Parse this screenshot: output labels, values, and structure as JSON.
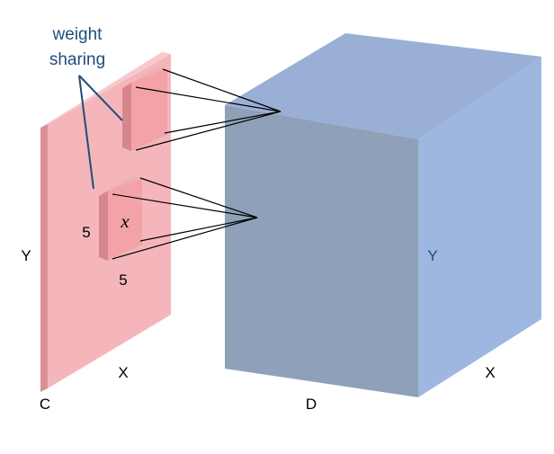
{
  "diagram": {
    "annotation": {
      "line1": "weight",
      "line2": "sharing"
    },
    "input_volume": {
      "height_label": "Y",
      "width_label": "X",
      "depth_label": "C",
      "color": "#f4b6ba"
    },
    "filter": {
      "height_label": "5",
      "width_label": "5",
      "symbol": "x",
      "color": "#f3a3a8"
    },
    "output_volume": {
      "height_label": "Y",
      "width_label": "X",
      "depth_label": "D",
      "front_color": "#8ea1b8",
      "top_color": "#9aafd5",
      "side_color": "#9db7e0"
    },
    "colors": {
      "annotation": "#1f4e79",
      "connection_lines": "#000000"
    }
  }
}
